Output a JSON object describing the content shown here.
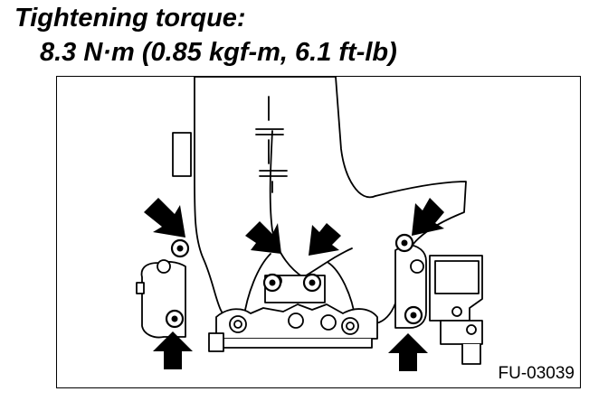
{
  "heading": {
    "line1": "Tightening torque:",
    "line2": "8.3 N·m (0.85 kgf-m, 6.1 ft-lb)"
  },
  "figure": {
    "id_label": "FU-03039",
    "arrow_count": 6,
    "colors": {
      "line": "#000000",
      "fill": "#ffffff",
      "arrow": "#000000"
    }
  }
}
